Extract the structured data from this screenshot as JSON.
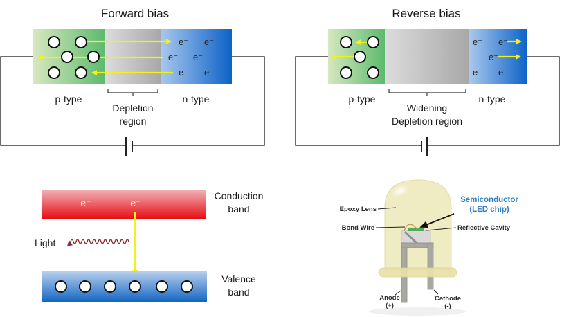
{
  "forward_bias": {
    "title": "Forward bias",
    "p_label": "p-type",
    "n_label": "n-type",
    "depletion_label_line1": "Depletion",
    "depletion_label_line2": "region",
    "electron": "e⁻"
  },
  "reverse_bias": {
    "title": "Reverse bias",
    "p_label": "p-type",
    "n_label": "n-type",
    "depletion_label_line1": "Widening",
    "depletion_label_line2": "Depletion region",
    "electron": "e⁻"
  },
  "band_diagram": {
    "conduction_line1": "Conduction",
    "conduction_line2": "band",
    "valence_line1": "Valence",
    "valence_line2": "band",
    "light_label": "Light",
    "electron": "e⁻",
    "hole_count": 6
  },
  "led_diagram": {
    "epoxy_lens": "Epoxy Lens",
    "bond_wire": "Bond Wire",
    "semiconductor_line1": "Semiconductor",
    "semiconductor_line2": "(LED chip)",
    "reflective_cavity": "Reflective Cavity",
    "anode_line1": "Anode",
    "anode_line2": "(+)",
    "cathode_line1": "Cathode",
    "cathode_line2": "(-)"
  },
  "colors": {
    "arrow_yellow": "#f2f21a",
    "light_wave": "#8b2a2a",
    "semiconductor_label": "#2f7fc8"
  }
}
